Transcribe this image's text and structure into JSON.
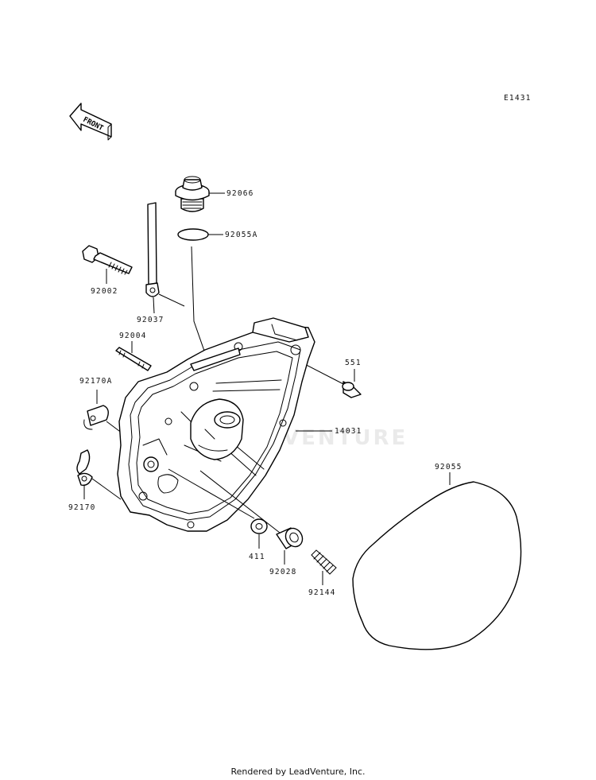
{
  "diagram_code": "E1431",
  "front_label": "FRONT",
  "watermark": "LEADVENTURE",
  "footer": "Rendered by LeadVenture, Inc.",
  "parts": {
    "p92066": "92066",
    "p92055A": "92055A",
    "p92002": "92002",
    "p92037": "92037",
    "p92004": "92004",
    "p551": "551",
    "p92170A": "92170A",
    "p14031": "14031",
    "p92055": "92055",
    "p92170": "92170",
    "p411": "411",
    "p92028": "92028",
    "p92144": "92144"
  }
}
